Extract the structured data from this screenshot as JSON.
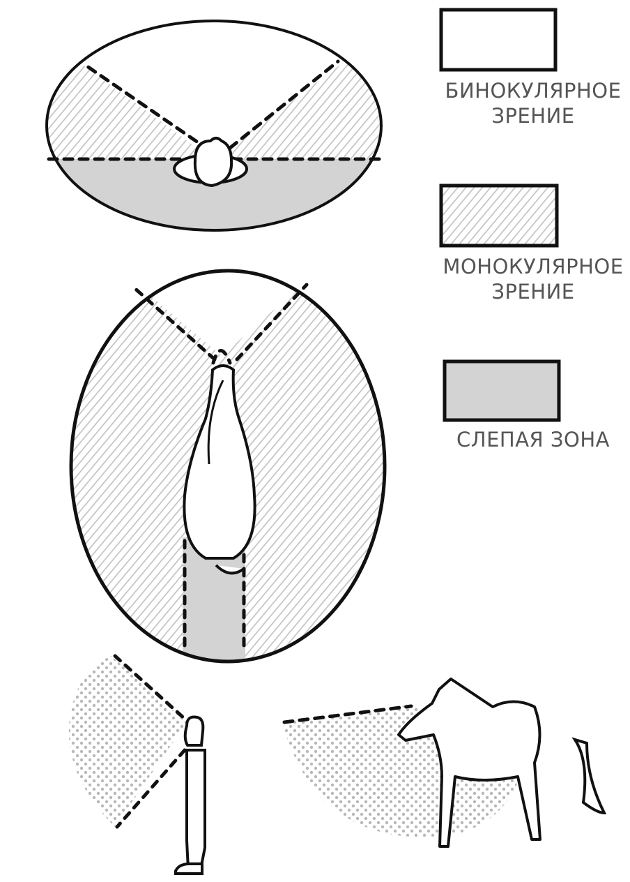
{
  "legend": {
    "binocular": {
      "line1": "БИНОКУЛЯРНОЕ",
      "line2": "ЗРЕНИЕ"
    },
    "monocular": {
      "line1": "МОНОКУЛЯРНОЕ",
      "line2": "ЗРЕНИЕ"
    },
    "blind": {
      "line1": "СЛЕПАЯ ЗОНА"
    }
  },
  "colors": {
    "outline": "#111111",
    "blind_fill": "#d3d3d3",
    "hatch": "#c4c4c4",
    "dots": "#b8b8b8",
    "label": "#555555"
  }
}
